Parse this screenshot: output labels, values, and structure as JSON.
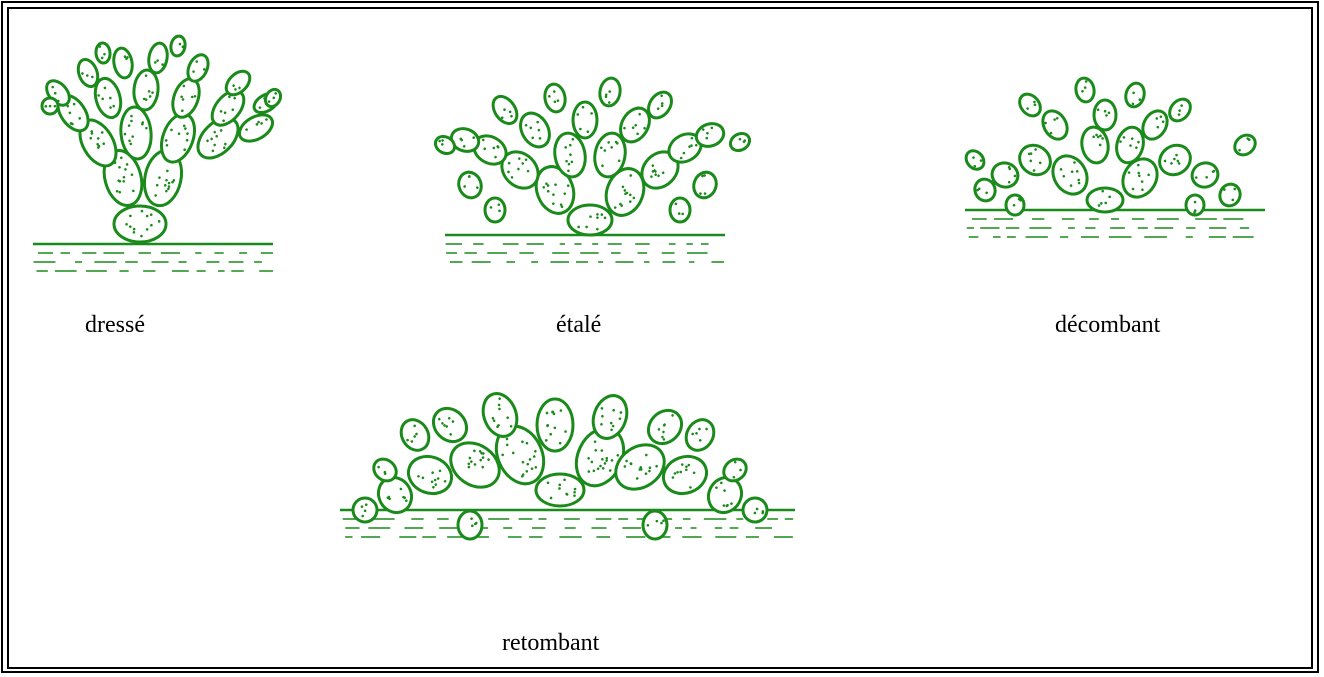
{
  "figure": {
    "colors": {
      "ink": "#1a8a1a",
      "frame": "#000000"
    },
    "panels": [
      {
        "id": "dresse",
        "label": "dressé"
      },
      {
        "id": "etale",
        "label": "étalé"
      },
      {
        "id": "decombant",
        "label": "décombant"
      },
      {
        "id": "retombant",
        "label": "retombant"
      }
    ]
  }
}
